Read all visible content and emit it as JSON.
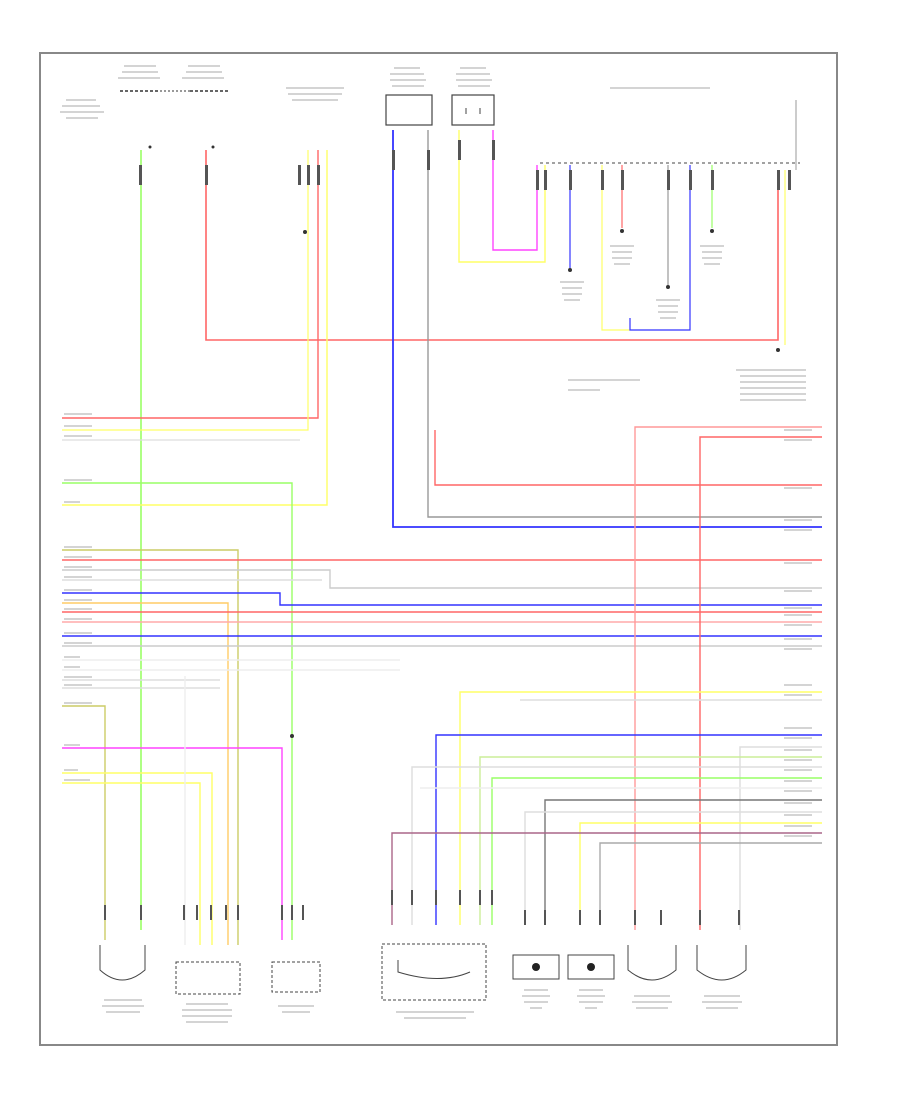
{
  "diagram": {
    "footer_code": "",
    "colors": {
      "frame": "#888888",
      "red": "#ff6666",
      "yellow": "#ffff66",
      "green": "#99ff66",
      "blue": "#3333ff",
      "gray": "#999999",
      "magenta": "#ff44ff",
      "orange": "#ffcc66",
      "pink": "#ffaaaa",
      "lightgray": "#cccccc"
    },
    "top_components": [
      {
        "id": "hot-at-all-times-fuse-1",
        "label": ""
      },
      {
        "id": "hot-at-all-times-fuse-2",
        "label": ""
      },
      {
        "id": "engine-control-relay",
        "label": ""
      },
      {
        "id": "ignition-switch",
        "label": ""
      },
      {
        "id": "resistor",
        "label": ""
      },
      {
        "id": "fuel-injector-splice",
        "label": ""
      }
    ],
    "bottom_components": [
      {
        "id": "evap-purge-valve",
        "label": ""
      },
      {
        "id": "variable-timing-solenoid",
        "label": ""
      },
      {
        "id": "oil-control-valve",
        "label": ""
      },
      {
        "id": "electronic-throttle-module",
        "label": ""
      },
      {
        "id": "knock-sensor-1",
        "label": ""
      },
      {
        "id": "knock-sensor-2",
        "label": ""
      },
      {
        "id": "oxygen-sensor-1",
        "label": ""
      },
      {
        "id": "oxygen-sensor-2",
        "label": ""
      }
    ],
    "ecm": {
      "label": ""
    },
    "legend": {
      "line1": "",
      "line2": ""
    }
  }
}
